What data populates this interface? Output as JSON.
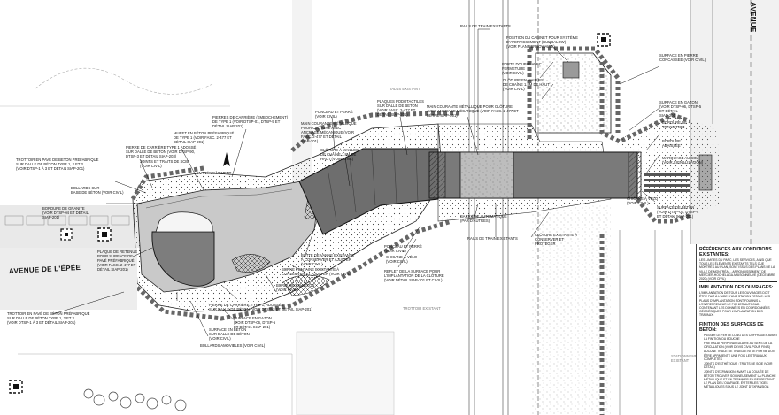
{
  "streets": {
    "avenue_epee": "AVENUE DE L'ÉPÉE",
    "avenue_right": "AVENUE"
  },
  "callouts": [
    {
      "id": "pierre-carriere-type1",
      "text": "PIERRES DE CARRIÈRE (EMBOCHEMENT)\nDE TYPE 1 (VOIR DTSP-01, DTSP-5 ET\nDÉTAIL SIAP-201)"
    },
    {
      "id": "muret-beton",
      "text": "MURET EN BÉTON PRÉFABRIQUÉ\nDE TYPE 1 (VOIR FASC. 2-477 ET\nDÉTAIL SIAP-201)"
    },
    {
      "id": "pierre-carriere-type1-dosse",
      "text": "PIERRE DE CARRIÈRE TYPE 1 ADOSSÉ\nSUR DALLE DE BÉTON (VOIR DTSP-90,\nDTSP-3 ET DÉTAIL SIAP-203)"
    },
    {
      "id": "joints-traits-scie",
      "text": "JOINTS ET TRAITS DE SCIE\n(VOIR CIVIL)"
    },
    {
      "id": "entree-batiment",
      "text": "ENTRÉE BÂTIMENT"
    },
    {
      "id": "trottoir-pave-haut",
      "text": "TROTTOIR EN PAVÉ DE BÉTON PRÉFABRIQUÉ\nSUR DALLE DE BÉTON TYPE 1, 2 ET 3\n(VOIR DTSP-1 À 3 ET DÉTAIL SIAP-201)"
    },
    {
      "id": "bollards-haut",
      "text": "BOLLARDS SUR\nBASE DE BÉTON (VOIR CIVIL)"
    },
    {
      "id": "bordure-granit",
      "text": "BORDURE DE GRANITE\n(VOIR DTSP-04 ET DÉTAIL\nSIAP-201)"
    },
    {
      "id": "ponceau-perre",
      "text": "PONCEAU ET PERRÉ\n(VOIR CIVIL)"
    },
    {
      "id": "main-courante",
      "text": "MAIN COURANTE MÉTALLIQUE\nPOUR CLÔTURE AVEC\nANCRAGE MÉCANIQUE (VOIR\nFASC. 2-477 ET DÉTAIL\nSIAP-201)"
    },
    {
      "id": "cloture-mailles",
      "text": "CLÔTURE À MAILLES\nDE CHAÎNE 1.8m DE\nHAUT (VOIR CIVIL)"
    },
    {
      "id": "plaques-podotactiles",
      "text": "PLAQUES PODOTACTILES\nSUR DALLE DE BÉTON\n(VOIR FASC. 2-477 ET\nDÉTAIL SIAP-201)"
    },
    {
      "id": "main-courante-2",
      "text": "MAIN COURANTE MÉTALLIQUE POUR CLÔTURE\nAVEC ANCRAGE MÉCANIQUE (VOIR FASC. 2-477 ET\nDÉTAIL SIAP-201)"
    },
    {
      "id": "rails-existants-haut",
      "text": "RAILS DE TRAIN EXISTANTS"
    },
    {
      "id": "cabinet",
      "text": "POSITION DU CABINET POUR SYSTÈME\nD'AVERTISSEMENT (BUNGALOW)\n(VOIR PLAN FERROVIAIRE)"
    },
    {
      "id": "porte-double",
      "text": "PORTE DOUBLE AVEC\nFERMETURE\n(VOIR CIVIL)"
    },
    {
      "id": "cloture-mailles-2",
      "text": "CLÔTURE EN MAILLES\nDE CHAÎNE 1.8m DE HAUT\n(VOIR CIVIL)"
    },
    {
      "id": "pierre-concassee",
      "text": "SURFACE EN PIERRE\nCONCASSÉE (VOIR CIVIL)"
    },
    {
      "id": "surface-gazon",
      "text": "SURFACE EN GAZON\n(VOIR DTSP-06, DTSP-5\nET DÉTAIL\nSIAP-201)"
    },
    {
      "id": "bordure-transition",
      "text": "BORDURE DE\nTRANSITION"
    },
    {
      "id": "bordure-abaissee",
      "text": "BORDURE\nABAISSÉE"
    },
    {
      "id": "marquage-sol",
      "text": "MARQUAGE AU SOL\n(VOIR SIGNALISATION)"
    },
    {
      "id": "talus",
      "text": "TALUS EXISTANT"
    },
    {
      "id": "barriere-auto",
      "text": "BARRIÈRE AUTOMATIQUE\n(PAR D'AUTRES)"
    },
    {
      "id": "rails-existants-bas",
      "text": "RAILS DE TRAIN EXISTANTS"
    },
    {
      "id": "cloture-existante",
      "text": "CLÔTURE EXISTANTE À\nCONSERVER ET\nPROTÉGER"
    },
    {
      "id": "chicane-velo",
      "text": "CHICANE À VÉLO\n(VOIR CIVIL)"
    },
    {
      "id": "surface-beton-droite",
      "text": "SURFACE DE BÉTON\n(VOIR DTSP-07, DTSP-4\nET DÉTAIL SIAP-201)"
    },
    {
      "id": "ponceau-perre-2",
      "text": "PONCEAU ET PERRÉ\n(VOIR CIVIL)"
    },
    {
      "id": "chicane-velo-2",
      "text": "CHICANE À VÉLO\n(VOIR CIVIL)"
    },
    {
      "id": "reflet-surface",
      "text": "REFLET DE LA SURFACE POUR\nL'IMPLANTATION DE LA CLÔTURE\n(VOIR DÉTAIL SIAP-201 ET CIVIL)"
    },
    {
      "id": "butte-vanne",
      "text": "BUTTE DE VANNE EXISTANTE\nÀ CONSERVER ET AJUSTER\n(VOIR CIVIL)"
    },
    {
      "id": "borne-fontaine",
      "text": "BORNE FONTAINE EXISTANTE À\nCONSERVER ET AJUSTER (VOIR CIVIL)"
    },
    {
      "id": "bordure-beton",
      "text": "BORDURE EN BÉTON\n(VOIR CIVIL)"
    },
    {
      "id": "pierre-carriere-bas",
      "text": "PIERRE DE CARRIÈRE, TYPE 1, ADOSSÉE\nSUR DALLE DE BÉTON (VOIR DTSP-3 ET DÉTAIL SIAP-201)"
    },
    {
      "id": "surface-gazon-bas",
      "text": "SURFACE EN GAZON\n(VOIR DTSP-06, DTSP-5\nET DÉTAIL SIAP-201)"
    },
    {
      "id": "surface-beton-bas",
      "text": "SURFACE EN BÉTON\nSUR DALLE DE BÉTON\n(VOIR CIVIL)"
    },
    {
      "id": "bollards-amovibles",
      "text": "BOLLARDS AMOVIBLES (VOIR CIVIL)"
    },
    {
      "id": "plaque-retenue",
      "text": "PLAQUE DE RETENUE\nPOUR SURFACE DE\nPAVÉ PRÉFABRIQUÉ\n(VOIR FASC. 2-477 ET\nDÉTAIL SIAP-201)"
    },
    {
      "id": "trottoir-pave-bas",
      "text": "TROTTOIR EN PAVÉ DE BÉTON PRÉFABRIQUÉ\nSUR DALLE DE BÉTON TYPE 1, 2 ET 3\n(VOIR DTSP-1 À 3 ET DÉTAIL SIAP-201)"
    },
    {
      "id": "stationnement",
      "text": "STATIONNEMENT\nEXISTANT"
    },
    {
      "id": "trottoir-existant",
      "text": "TROTTOIR EXISTANT"
    }
  ],
  "notes": {
    "heading1": "RÉFÉRENCES AUX CONDITIONS EXISTANTES:",
    "text1": "LES LIMITES DU PARC, LES SERVICES, AINSI QUE TOUS LES ÉLÉMENTS EXISTANTS TELS QUE MONTRÉS AU PLAN, SONT ISSUS DES PLANS DE LA VILLE DE MONTRÉAL - ARRONDISSEMENT DE MERCIER-HOCHELAGA-MAISONNEUVE (DÉCEMBRE 2020) (VOIR CIVIL)",
    "heading2": "IMPLANTATION DES OUVRAGES:",
    "text2": "L'IMPLANTATION DE TOUS LES OUVRAGES DOIT ÊTRE FAIT À L'AIDE D'UNE STATION TOTALE. LES PLANS D'IMPLANTATION SONT FOURNIS À L'ENTREPRENEUR LE FICHIER AUTOCAD CONTENANT LES DONNÉES EN COORDONNÉES GÉODÉSIQUES POUR L'IMPLANTATION DES TRAVAUX.",
    "heading3": "FINITION DES SURFACES DE BÉTON:",
    "items": [
      "PASSER LE FER LE LONG DES COFFRAGES AVANT LA FINITION DU BOUCHE",
      "FINI: BALAI PERPENDICULAIRE AU SENS DE LA CIRCULATION (VOIR DEVIS CIVIL POUR FINIS)",
      "AUCUNE TRACE DE TRUELLE NI DE FER NE DOIT ÊTRE APPARENTE UNE FOIS LES TRAVAUX COMPLÉTÉS",
      "JOINTS D'ESTHÉTIQUE : TRAITS DE SCIE (VOIR DÉTAIL)",
      "JOINTS D'EXPANSION: AVANT LA COULÉE DE BÉTON TROUVER SOIGNEUSEMENT LA PLANCHE MÉTALLIQUE ET EN TERMINER EN RESPECTANT LE PLAN DE L'OUVRAGE. ÉVITER LES TIGES MÉTALLIQUES SOUS LE JOINT D'EXPANSION."
    ]
  }
}
